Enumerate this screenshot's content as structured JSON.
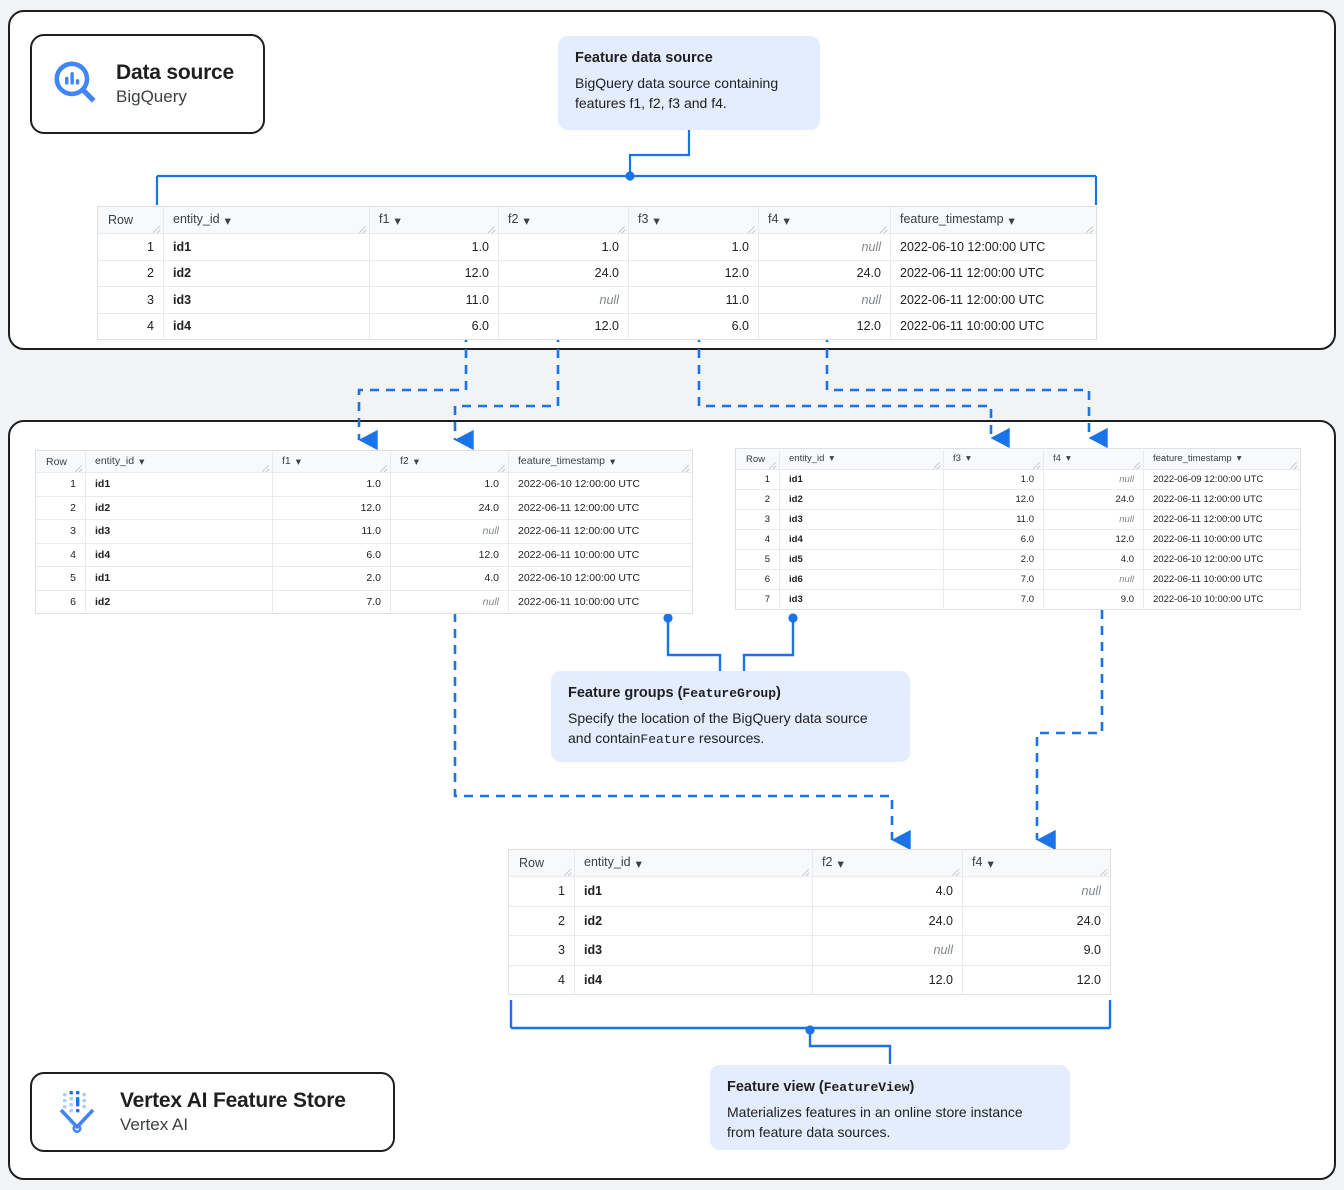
{
  "accent": "#1a73e8",
  "callout_bg": "#e3edfd",
  "chips": {
    "data_source": {
      "title": "Data source",
      "subtitle": "BigQuery",
      "icon": "bigquery-icon"
    },
    "feature_store": {
      "title": "Vertex AI Feature Store",
      "subtitle": "Vertex AI",
      "icon": "vertex-ai-feature-store-icon"
    }
  },
  "callouts": {
    "feature_data_source": {
      "title": "Feature data source",
      "body": "BigQuery data source containing features f1, f2, f3 and f4."
    },
    "feature_groups": {
      "title_prefix": "Feature groups (",
      "title_code": "FeatureGroup",
      "title_suffix": ")",
      "body_part1": "Specify the location of the BigQuery data source and contain",
      "body_code": "Feature",
      "body_part2": " resources."
    },
    "feature_view": {
      "title_prefix": "Feature view (",
      "title_code": "FeatureView",
      "title_suffix": ")",
      "body": "Materializes features in an online store instance from feature data sources."
    }
  },
  "tables": {
    "source": {
      "name": "feature-data-source-table",
      "columns": [
        "Row",
        "entity_id",
        "f1",
        "f2",
        "f3",
        "f4",
        "feature_timestamp"
      ],
      "rows": [
        [
          "1",
          "id1",
          "1.0",
          "1.0",
          "1.0",
          "null",
          "2022-06-10 12:00:00 UTC"
        ],
        [
          "2",
          "id2",
          "12.0",
          "24.0",
          "12.0",
          "24.0",
          "2022-06-11 12:00:00 UTC"
        ],
        [
          "3",
          "id3",
          "11.0",
          "null",
          "11.0",
          "null",
          "2022-06-11 12:00:00 UTC"
        ],
        [
          "4",
          "id4",
          "6.0",
          "12.0",
          "6.0",
          "12.0",
          "2022-06-11 10:00:00 UTC"
        ]
      ]
    },
    "feature_group_1": {
      "name": "feature-group-1-table",
      "columns": [
        "Row",
        "entity_id",
        "f1",
        "f2",
        "feature_timestamp"
      ],
      "rows": [
        [
          "1",
          "id1",
          "1.0",
          "1.0",
          "2022-06-10 12:00:00 UTC"
        ],
        [
          "2",
          "id2",
          "12.0",
          "24.0",
          "2022-06-11 12:00:00 UTC"
        ],
        [
          "3",
          "id3",
          "11.0",
          "null",
          "2022-06-11 12:00:00 UTC"
        ],
        [
          "4",
          "id4",
          "6.0",
          "12.0",
          "2022-06-11 10:00:00 UTC"
        ],
        [
          "5",
          "id1",
          "2.0",
          "4.0",
          "2022-06-10 12:00:00 UTC"
        ],
        [
          "6",
          "id2",
          "7.0",
          "null",
          "2022-06-11 10:00:00 UTC"
        ]
      ]
    },
    "feature_group_2": {
      "name": "feature-group-2-table",
      "columns": [
        "Row",
        "entity_id",
        "f3",
        "f4",
        "feature_timestamp"
      ],
      "rows": [
        [
          "1",
          "id1",
          "1.0",
          "null",
          "2022-06-09 12:00:00 UTC"
        ],
        [
          "2",
          "id2",
          "12.0",
          "24.0",
          "2022-06-11 12:00:00 UTC"
        ],
        [
          "3",
          "id3",
          "11.0",
          "null",
          "2022-06-11 12:00:00 UTC"
        ],
        [
          "4",
          "id4",
          "6.0",
          "12.0",
          "2022-06-11 10:00:00 UTC"
        ],
        [
          "5",
          "id5",
          "2.0",
          "4.0",
          "2022-06-10 12:00:00 UTC"
        ],
        [
          "6",
          "id6",
          "7.0",
          "null",
          "2022-06-11 10:00:00 UTC"
        ],
        [
          "7",
          "id3",
          "7.0",
          "9.0",
          "2022-06-10 10:00:00 UTC"
        ]
      ]
    },
    "feature_view": {
      "name": "feature-view-table",
      "columns": [
        "Row",
        "entity_id",
        "f2",
        "f4"
      ],
      "rows": [
        [
          "1",
          "id1",
          "4.0",
          "null"
        ],
        [
          "2",
          "id2",
          "24.0",
          "24.0"
        ],
        [
          "3",
          "id3",
          "null",
          "9.0"
        ],
        [
          "4",
          "id4",
          "12.0",
          "12.0"
        ]
      ]
    }
  }
}
